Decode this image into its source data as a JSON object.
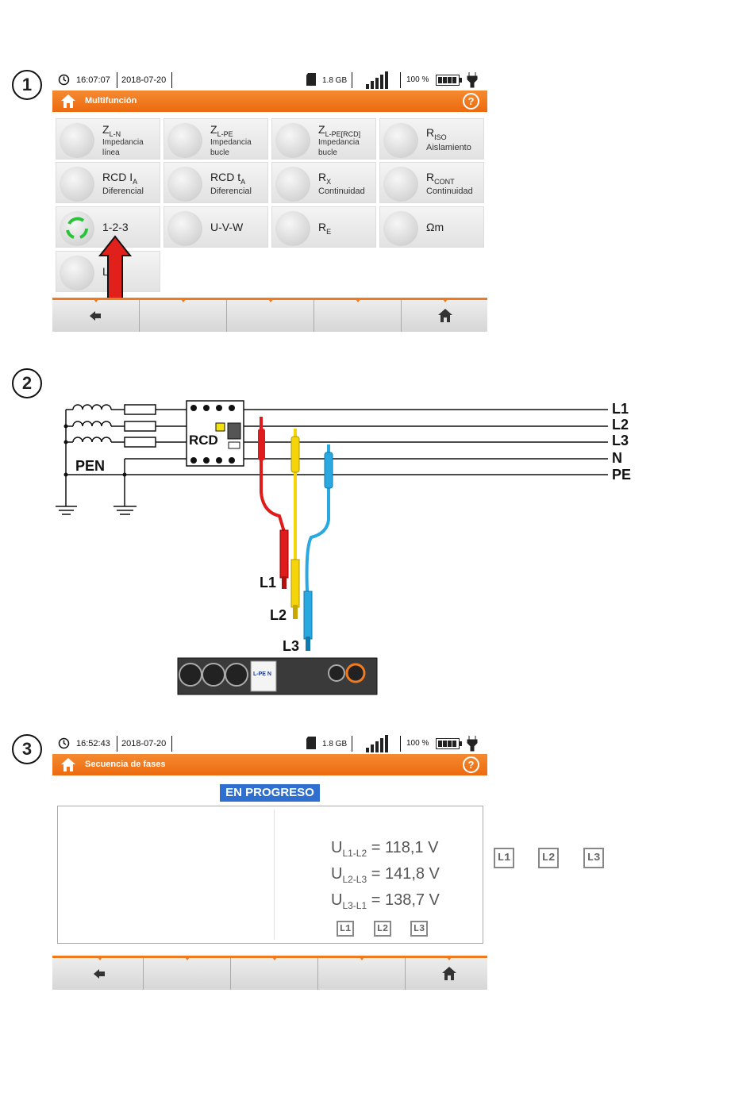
{
  "steps": [
    "1",
    "2",
    "3"
  ],
  "screen1": {
    "time": "16:07:07",
    "date": "2018-07-20",
    "storage": "1.8 GB",
    "battery": "100 %",
    "title": "Multifunción",
    "tiles": [
      {
        "main": "Z",
        "sub": "L-N",
        "line2": "Impedancia",
        "line3": "línea"
      },
      {
        "main": "Z",
        "sub": "L-PE",
        "line2": "Impedancia",
        "line3": "bucle"
      },
      {
        "main": "Z",
        "sub": "L-PE[RCD]",
        "line2": "Impedancia",
        "line3": "bucle"
      },
      {
        "main": "R",
        "sub": "ISO",
        "line2": "Aislamiento",
        "line3": ""
      },
      {
        "main": "RCD I",
        "sub": "A",
        "line2": "Diferencial",
        "line3": ""
      },
      {
        "main": "RCD t",
        "sub": "A",
        "line2": "Diferencial",
        "line3": ""
      },
      {
        "main": "R",
        "sub": "X",
        "line2": "Continuidad",
        "line3": ""
      },
      {
        "main": "R",
        "sub": "CONT",
        "line2": "Continuidad",
        "line3": ""
      },
      {
        "main": "1-2-3",
        "sub": "",
        "line2": "",
        "line3": ""
      },
      {
        "main": "U-V-W",
        "sub": "",
        "line2": "",
        "line3": ""
      },
      {
        "main": "R",
        "sub": "E",
        "line2": "",
        "line3": ""
      },
      {
        "main": "Ωm",
        "sub": "",
        "line2": "",
        "line3": ""
      },
      {
        "main": "L",
        "sub": "",
        "line2": "",
        "line3": ""
      }
    ]
  },
  "diagram": {
    "rcd_label": "RCD",
    "pen_label": "PEN",
    "lines": [
      "L1",
      "L2",
      "L3",
      "N",
      "PE"
    ],
    "probes": [
      "L1",
      "L2",
      "L3"
    ],
    "socket_label": "L-PE N"
  },
  "screen3": {
    "time": "16:52:43",
    "date": "2018-07-20",
    "storage": "1.8 GB",
    "battery": "100 %",
    "title": "Secuencia de fases",
    "status": "EN PROGRESO",
    "readings": [
      {
        "sym": "U",
        "sub": "L1-L2",
        "value": "= 118,1 V"
      },
      {
        "sym": "U",
        "sub": "L2-L3",
        "value": "= 141,8 V"
      },
      {
        "sym": "U",
        "sub": "L3-L1",
        "value": "= 138,7 V"
      }
    ],
    "phase_boxes": [
      "L1",
      "L2",
      "L3"
    ],
    "side_boxes": [
      "L1",
      "L2",
      "L3"
    ]
  },
  "colors": {
    "accent": "#ec6a10",
    "status_blue": "#2f6fd0",
    "probe_red": "#e01b1b",
    "probe_yellow": "#f5d40a",
    "probe_blue": "#2aa8e0"
  }
}
